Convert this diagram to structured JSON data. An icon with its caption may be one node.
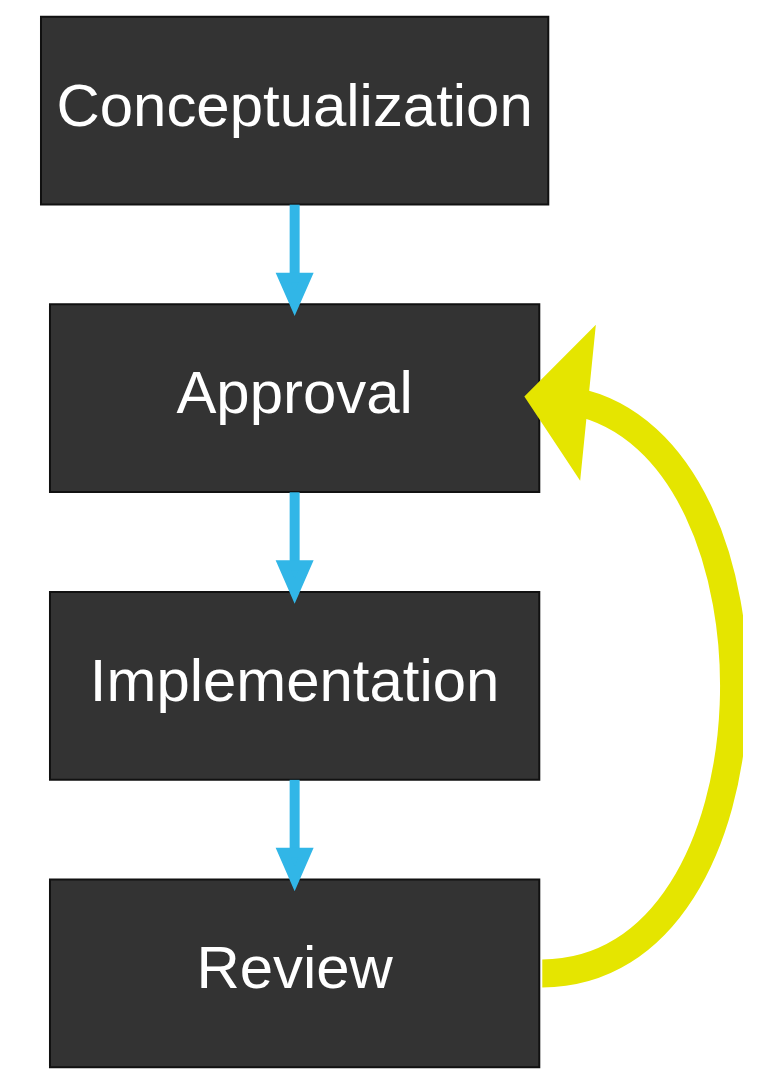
{
  "diagram": {
    "nodes": [
      {
        "text": [
          "Conceptualization"
        ]
      },
      {
        "text": [
          "Approval"
        ]
      },
      {
        "text": [
          "Implementation"
        ]
      },
      {
        "text": [
          "Review"
        ]
      }
    ],
    "edges": [
      {
        "from": 0,
        "to": 1,
        "arrow": "to"
      },
      {
        "from": 1,
        "to": 2,
        "arrow": "to"
      },
      {
        "from": 2,
        "to": 3,
        "arrow": "to"
      },
      {
        "from": 3,
        "to": 1,
        "arrow": "to",
        "style": "thick",
        "color": "#e5e500"
      }
    ]
  }
}
